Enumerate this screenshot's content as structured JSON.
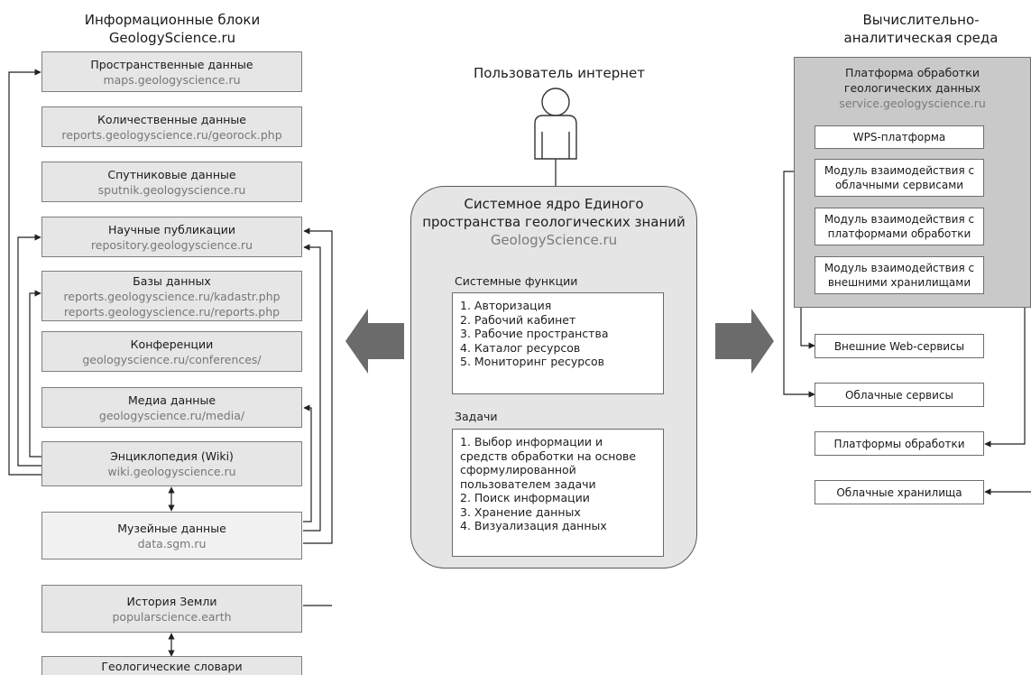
{
  "left_header": {
    "line1": "Информационные блоки",
    "line2": "GeologyScience.ru"
  },
  "right_header": {
    "line1": "Вычислительно-",
    "line2": "аналитическая среда"
  },
  "user": {
    "label": "Пользователь интернет",
    "icon": "person-icon"
  },
  "info_blocks": [
    {
      "title": "Пространственные данные",
      "urls": [
        "maps.geologyscience.ru"
      ]
    },
    {
      "title": "Количественные данные",
      "urls": [
        "reports.geologyscience.ru/georock.php"
      ]
    },
    {
      "title": "Спутниковые данные",
      "urls": [
        "sputnik.geologyscience.ru"
      ]
    },
    {
      "title": "Научные публикации",
      "urls": [
        "repository.geologyscience.ru"
      ]
    },
    {
      "title": "Базы данных",
      "urls": [
        "reports.geologyscience.ru/kadastr.php",
        "reports.geologyscience.ru/reports.php"
      ]
    },
    {
      "title": "Конференции",
      "urls": [
        "geologyscience.ru/conferences/"
      ]
    },
    {
      "title": "Медиа данные",
      "urls": [
        "geologyscience.ru/media/"
      ]
    },
    {
      "title": "Энциклопедия (Wiki)",
      "urls": [
        "wiki.geologyscience.ru"
      ]
    },
    {
      "title": "Музейные данные",
      "urls": [
        "data.sgm.ru"
      ]
    },
    {
      "title": "История Земли",
      "urls": [
        "popularscience.earth"
      ]
    },
    {
      "title": "Геологические словари",
      "urls": []
    }
  ],
  "core": {
    "title_line1": "Системное ядро Единого",
    "title_line2": "пространства геологических знаний",
    "url": "GeologyScience.ru",
    "functions_label": "Системные функции",
    "functions": [
      "1. Авторизация",
      "2. Рабочий кабинет",
      "3. Рабочие пространства",
      "4. Каталог ресурсов",
      "5. Мониторинг ресурсов"
    ],
    "tasks_label": "Задачи",
    "tasks": [
      "1. Выбор информации и",
      "средств обработки на основе",
      "сформулированной",
      "пользователем задачи",
      "2. Поиск информации",
      "3. Хранение данных",
      "4. Визуализация данных"
    ]
  },
  "platform": {
    "line1": "Платформа обработки",
    "line2": "геологических данных",
    "url": "service.geologyscience.ru",
    "modules": [
      {
        "lines": [
          "WPS-платформа"
        ]
      },
      {
        "lines": [
          "Модуль взаимодействия с",
          "облачными сервисами"
        ]
      },
      {
        "lines": [
          "Модуль взаимодействия с",
          "платформами обработки"
        ]
      },
      {
        "lines": [
          "Модуль взаимодействия с",
          "внешними хранилищами"
        ]
      }
    ]
  },
  "external": [
    "Внешние Web-сервисы",
    "Облачные сервисы",
    "Платформы обработки",
    "Облачные хранилища"
  ],
  "colors": {
    "box_fill": "#e6e6e6",
    "platform_fill": "#c9c9c9",
    "big_arrow": "#6b6b6b",
    "url_text": "#777777"
  }
}
